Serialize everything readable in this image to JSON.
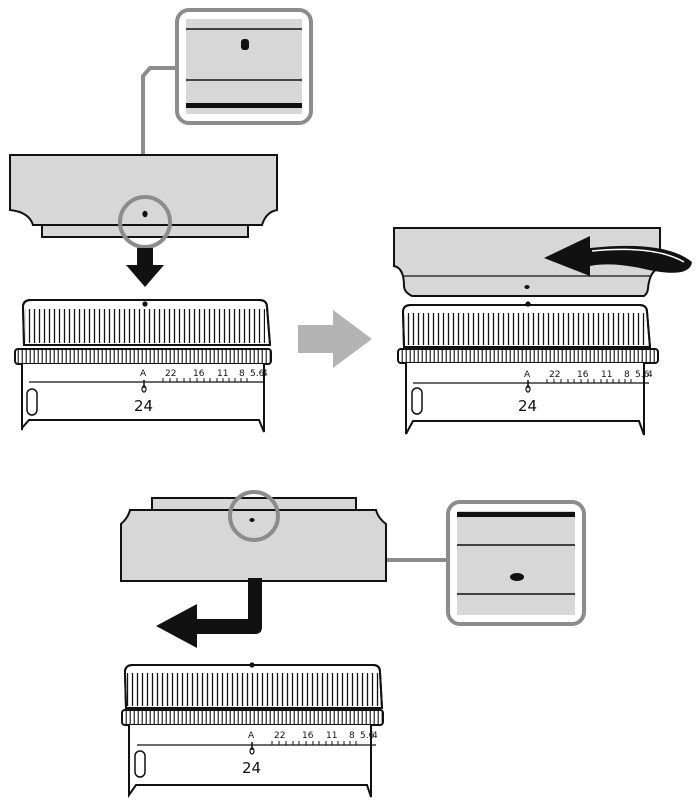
{
  "lens": {
    "aperture_marks": [
      "A",
      "22",
      "16",
      "11",
      "8",
      "5.6",
      "4"
    ],
    "focal_length": "24"
  },
  "colors": {
    "hood_fill": "#d7d7d7",
    "callout_frame": "#8c8c8c",
    "line": "#111111",
    "next_arrow": "#b3b3b3",
    "lens_fill": "#ffffff"
  },
  "steps": [
    {
      "name": "attach-hood",
      "icon": "down-arrow-icon"
    },
    {
      "name": "rotate-to-lock",
      "icon": "curved-arrow-icon"
    },
    {
      "name": "reverse-for-storage",
      "icon": "bent-arrow-icon"
    }
  ]
}
